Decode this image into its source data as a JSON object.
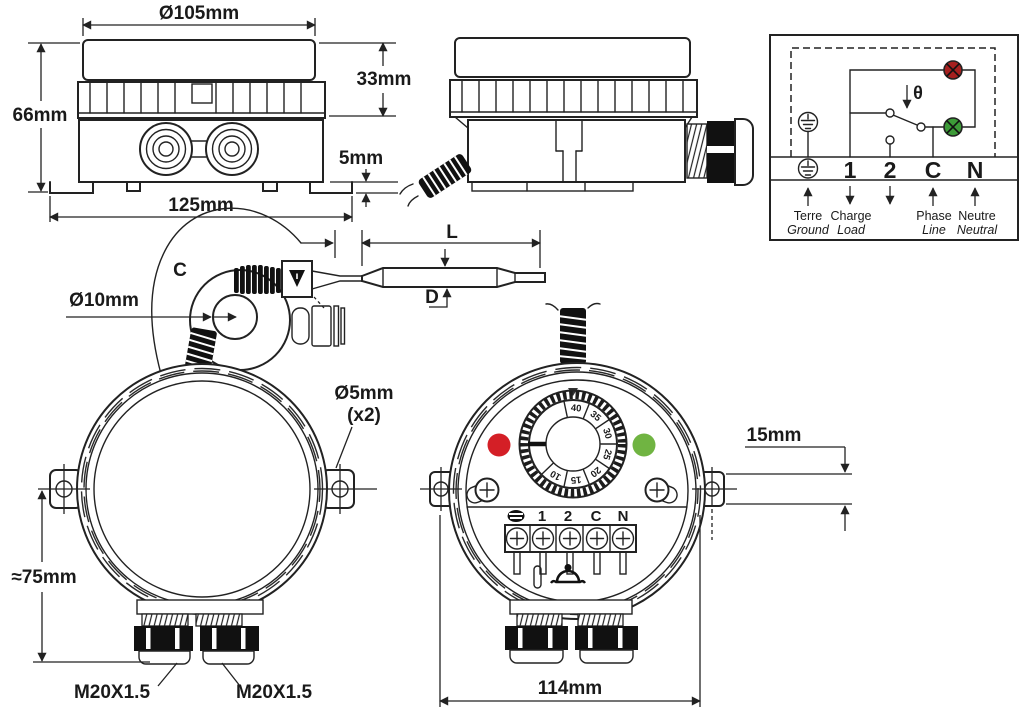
{
  "colors": {
    "line": "#222222",
    "led_red": "#d41f26",
    "led_green": "#70b442",
    "lamp_red": "#a6201f",
    "lamp_green": "#3d9b38",
    "gland": "#111111"
  },
  "side_view": {
    "diameter": "Ø105mm",
    "upper_height": "33mm",
    "total_height": "66mm",
    "foot_height": "5mm",
    "base_width": "125mm"
  },
  "probe": {
    "capillary": "C",
    "coil_diameter": "Ø10mm",
    "length": "L",
    "diameter": "D"
  },
  "wiring": {
    "theta": "θ",
    "terminals": [
      "1",
      "2",
      "C",
      "N"
    ],
    "legend": [
      {
        "fr": "Terre",
        "en": "Ground"
      },
      {
        "fr": "Charge",
        "en": "Load"
      },
      {
        "fr": "Phase",
        "en": "Line"
      },
      {
        "fr": "Neutre",
        "en": "Neutral"
      }
    ]
  },
  "back_view": {
    "hole_diameter": "Ø5mm",
    "hole_count": "(x2)",
    "height": "≈75mm",
    "gland_labels": [
      "M20X1.5",
      "M20X1.5"
    ]
  },
  "front_view": {
    "dial_numbers": [
      "40",
      "35",
      "30",
      "25",
      "20",
      "15",
      "10"
    ],
    "terminals": [
      "1",
      "2",
      "C",
      "N"
    ],
    "ear_height": "15mm",
    "width": "114mm"
  }
}
